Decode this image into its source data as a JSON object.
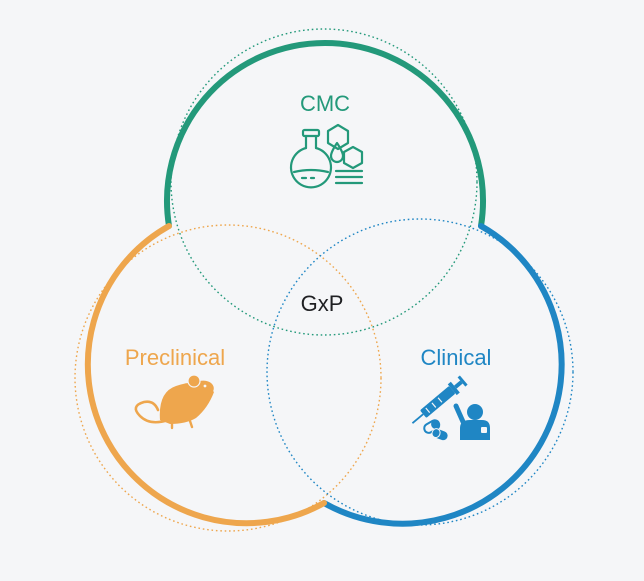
{
  "diagram": {
    "type": "venn",
    "center_label": "GxP",
    "center_color": "#1f2023",
    "sets": [
      {
        "key": "cmc",
        "label": "CMC",
        "color": "#23997a",
        "icon": "chemistry-flask-icon"
      },
      {
        "key": "preclinical",
        "label": "Preclinical",
        "color": "#eea64d",
        "icon": "mouse-icon"
      },
      {
        "key": "clinical",
        "label": "Clinical",
        "color": "#1f86c4",
        "icon": "clinical-patient-syringe-icon"
      }
    ]
  }
}
